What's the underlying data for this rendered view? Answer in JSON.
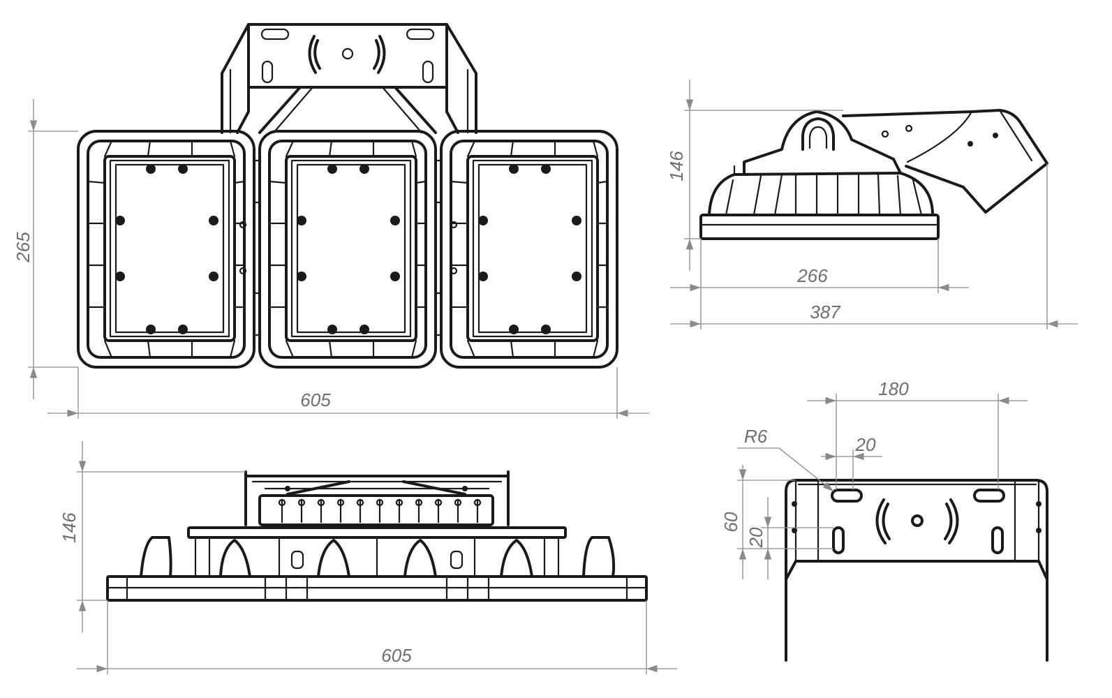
{
  "dimensions": {
    "front_height": "265",
    "front_width": "605",
    "side_height": "146",
    "side_base_width": "266",
    "side_total_width": "387",
    "bottom_height": "146",
    "bottom_width": "605",
    "bracket_hole_spacing": "180",
    "bracket_slot_length": "20",
    "bracket_radius": "R6",
    "bracket_slot_offset": "60",
    "bracket_slot_height": "20"
  },
  "colors": {
    "line": "#1a1a1a",
    "dimension": "#8a8a8a",
    "dimension_text": "#6e6e6e"
  }
}
